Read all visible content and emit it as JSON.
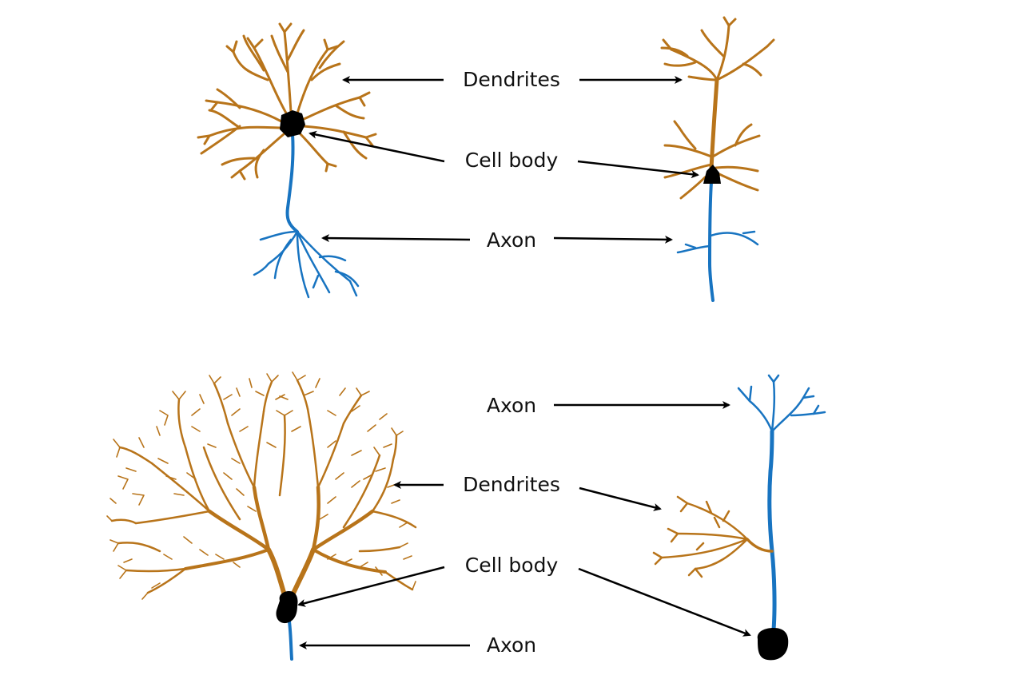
{
  "colors": {
    "dendrite": "#B8741A",
    "axon": "#1874C1",
    "cell_body": "#000000",
    "arrow": "#000000",
    "text": "#111111",
    "background": "#ffffff"
  },
  "labels": {
    "top": {
      "dendrites": "Dendrites",
      "cell_body": "Cell body",
      "axon": "Axon"
    },
    "bottom": {
      "axon_upper": "Axon",
      "dendrites": "Dendrites",
      "cell_body": "Cell body",
      "axon_lower": "Axon"
    }
  },
  "icons": {
    "arrow": "arrow-icon"
  }
}
